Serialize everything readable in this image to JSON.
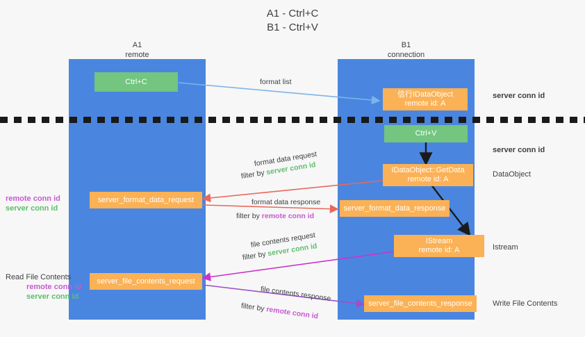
{
  "title": {
    "line1": "A1 - Ctrl+C",
    "line2": "B1 - Ctrl+V"
  },
  "colors": {
    "lane": "#4a86e0",
    "node_green": "#73c580",
    "node_orange": "#fbb155",
    "server_conn": "#60bd6d",
    "remote_conn": "#c65ad0",
    "arrow_blue": "#7cb3e8",
    "arrow_red": "#e8685a",
    "arrow_magenta": "#cc33cc",
    "arrow_purple": "#9b51c8",
    "arrow_black": "#1a1a1a",
    "background": "#f7f7f7"
  },
  "lanes": [
    {
      "id": "a1",
      "title": "A1",
      "subtitle": "remote"
    },
    {
      "id": "b1",
      "title": "B1",
      "subtitle": "connection"
    }
  ],
  "nodes": [
    {
      "id": "ctrl-c",
      "label": "Ctrl+C",
      "sublabel": "",
      "style": "green"
    },
    {
      "id": "idataobject",
      "label": "信行IDataObject",
      "sublabel": "remote id: A",
      "style": "orange"
    },
    {
      "id": "ctrl-v",
      "label": "Ctrl+V",
      "sublabel": "",
      "style": "green"
    },
    {
      "id": "getdata",
      "label": "IDataObject::GetData",
      "sublabel": "remote id: A",
      "style": "orange"
    },
    {
      "id": "server-format-data-request",
      "label": "server_format_data_request",
      "sublabel": "",
      "style": "orange"
    },
    {
      "id": "server-format-data-response",
      "label": "server_format_data_response",
      "sublabel": "",
      "style": "orange"
    },
    {
      "id": "istream",
      "label": "IStream",
      "sublabel": "remote id: A",
      "style": "orange"
    },
    {
      "id": "server-file-contents-request",
      "label": "server_file_contents_request",
      "sublabel": "",
      "style": "orange"
    },
    {
      "id": "server-file-contents-response",
      "label": "server_file_contents_response",
      "sublabel": "",
      "style": "orange"
    }
  ],
  "edge_labels": {
    "format_list": "format list",
    "format_data_request": "format data request",
    "format_data_request_filter_prefix": "filter by ",
    "format_data_request_filter_value": "server conn id",
    "format_data_response": "format data response",
    "format_data_response_filter_prefix": "filter by ",
    "format_data_response_filter_value": "remote conn id",
    "file_contents_request": "file contents request",
    "file_contents_request_filter_prefix": "filter by ",
    "file_contents_request_filter_value": "server conn id",
    "file_contents_response": "file contents response",
    "file_contents_response_filter_prefix": "filter by ",
    "file_contents_response_filter_value": "remote conn id"
  },
  "right_notes": {
    "server_conn_id_top": "server conn id",
    "server_conn_id_second": "server conn id",
    "data_object": "DataObject",
    "istream": "Istream",
    "write_file_contents": "Write File Contents"
  },
  "left_notes": {
    "remote_conn_id_1": "remote conn id",
    "server_conn_id_1": "server conn id",
    "read_file_contents": "Read File Contents",
    "remote_conn_id_2": "remote conn id",
    "server_conn_id_2": "server conn id"
  }
}
